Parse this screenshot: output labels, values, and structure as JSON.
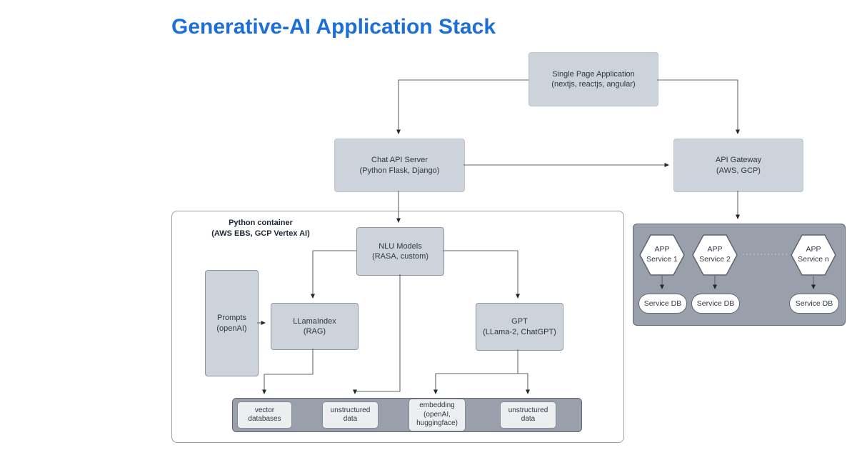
{
  "title": "Generative-AI Application Stack",
  "colors": {
    "title_blue": "#1b6fd6",
    "node_fill": "#ccd3db",
    "node_border": "#8d949f",
    "dark_container_fill": "#99a0ab",
    "dark_container_border": "#5f656e",
    "chip_fill": "#eceef0",
    "connector": "#60666e",
    "text": "#2e3642",
    "background": "#ffffff"
  },
  "nodes": {
    "spa": "Single Page Application\n(nextjs, reactjs, angular)",
    "chat_api_server": "Chat API Server\n(Python Flask, Django)",
    "api_gateway": "API Gateway\n(AWS, GCP)",
    "python_container": "Python container\n(AWS EBS, GCP Vertex AI)",
    "nlu_models": "NLU Models\n(RASA, custom)",
    "prompts": "Prompts\n(openAI)",
    "llamaindex": "LLamaIndex\n(RAG)",
    "gpt": "GPT\n(LLama-2, ChatGPT)",
    "vector_databases": "vector\ndatabases",
    "unstructured_data_1": "unstructured\ndata",
    "embedding": "embedding\n(openAI,\nhuggingface)",
    "unstructured_data_2": "unstructured\ndata",
    "app_service_1": "APP\nService 1",
    "app_service_2": "APP\nService 2",
    "app_service_n": "APP\nService n",
    "service_db_1": "Service DB",
    "service_db_2": "Service DB",
    "service_db_n": "Service DB"
  }
}
